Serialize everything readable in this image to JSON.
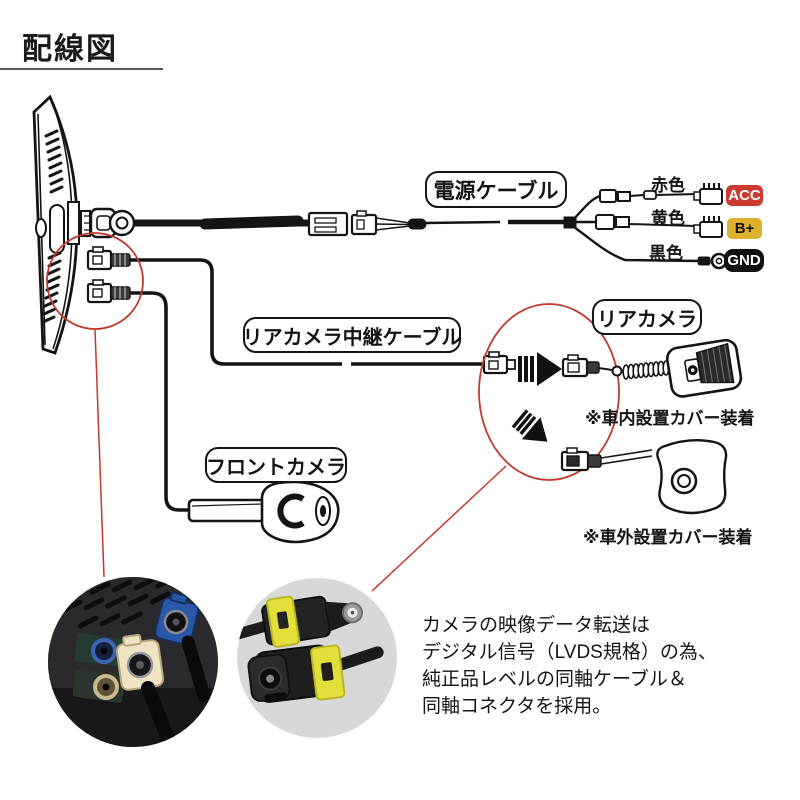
{
  "title": "配線図",
  "labels": {
    "power_cable": "電源ケーブル",
    "rear_relay_cable": "リアカメラ中継ケーブル",
    "rear_camera": "リアカメラ",
    "front_camera": "フロントカメラ"
  },
  "wires": [
    {
      "color_label": "赤色",
      "badge": "ACC",
      "badge_color": "#cd3a30",
      "badge_text_color": "#ffffff"
    },
    {
      "color_label": "黄色",
      "badge": "B+",
      "badge_color": "#ddb12d",
      "badge_text_color": "#141414"
    },
    {
      "color_label": "黒色",
      "badge": "GND",
      "badge_color": "#111111",
      "badge_text_color": "#ffffff"
    }
  ],
  "notes": {
    "interior_cover": "※車内設置カバー装着",
    "exterior_cover": "※車外設置カバー装着"
  },
  "description_lines": [
    "カメラの映像データ転送は",
    "デジタル信号（LVDS規格）の為、",
    "純正品レベルの同軸ケーブル＆",
    "同軸コネクタを採用。"
  ],
  "colors": {
    "annotation_red": "#c0392b",
    "line_black": "#1a1a1a",
    "photo_dark_bg": "#1b1b1f",
    "photo_gray_bg": "#d8d8d8",
    "connector_yellow": "#e3df3a",
    "connector_blue": "#2b57a8",
    "connector_cream": "#efe3c4"
  }
}
